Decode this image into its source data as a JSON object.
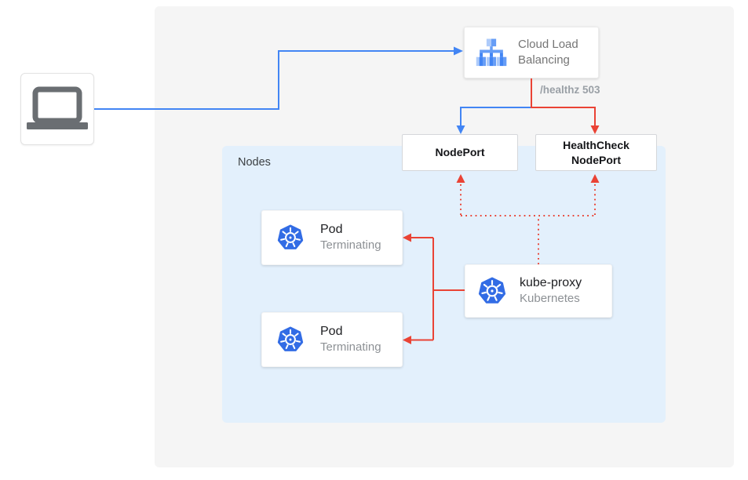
{
  "colors": {
    "traffic_blue": "#4285f4",
    "health_red": "#ea4335",
    "kubernetes_blue": "#326ce5",
    "icon_blue_light": "#aecbfa",
    "icon_blue_mid": "#669df6",
    "icon_blue_dark": "#4285f4",
    "nodes_panel_bg": "#e3f0fc",
    "canvas_bg": "#f5f5f5"
  },
  "icons": {
    "client": "laptop-icon",
    "load_balancer": "cloud-load-balancing-icon",
    "pod": "kubernetes-icon",
    "kube_proxy": "kubernetes-icon"
  },
  "nodes": {
    "load_balancer": {
      "label_line1": "Cloud Load",
      "label_line2": "Balancing"
    },
    "healthz_label": "/healthz 503",
    "nodeport": {
      "label": "NodePort"
    },
    "healthcheck_nodeport": {
      "label_line1": "HealthCheck",
      "label_line2": "NodePort"
    },
    "nodes_panel": {
      "label": "Nodes"
    },
    "pods": [
      {
        "title": "Pod",
        "status": "Terminating"
      },
      {
        "title": "Pod",
        "status": "Terminating"
      }
    ],
    "kube_proxy": {
      "title": "kube-proxy",
      "subtitle": "Kubernetes"
    }
  }
}
